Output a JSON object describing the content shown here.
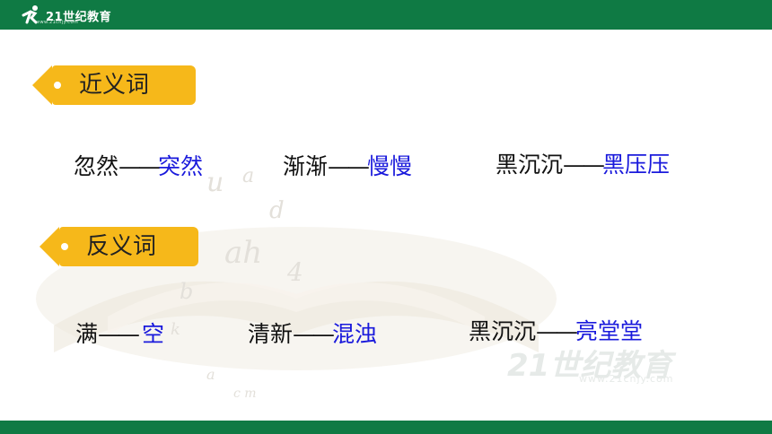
{
  "header": {
    "logo_text": "21世纪教育",
    "logo_url": "www.21cnjy.com"
  },
  "sections": [
    {
      "title": "近义词",
      "pairs": [
        {
          "word": "忽然",
          "dash": "——",
          "answer": "突然"
        },
        {
          "word": "渐渐",
          "dash": "——",
          "answer": "慢慢"
        },
        {
          "word": "黑沉沉",
          "dash": "——",
          "answer": "黑压压"
        }
      ]
    },
    {
      "title": "反义词",
      "pairs": [
        {
          "word": "满",
          "dash": "—— ",
          "answer": "空"
        },
        {
          "word": "清新",
          "dash": "——",
          "answer": "混浊"
        },
        {
          "word": "黑沉沉",
          "dash": "——",
          "answer": "亮堂堂"
        }
      ]
    }
  ],
  "watermark": {
    "text": "21世纪教育",
    "url": "www.21cnjy.com"
  },
  "colors": {
    "bar": "#0f7a44",
    "tag": "#f6b81a",
    "answer": "#1a1adc"
  }
}
